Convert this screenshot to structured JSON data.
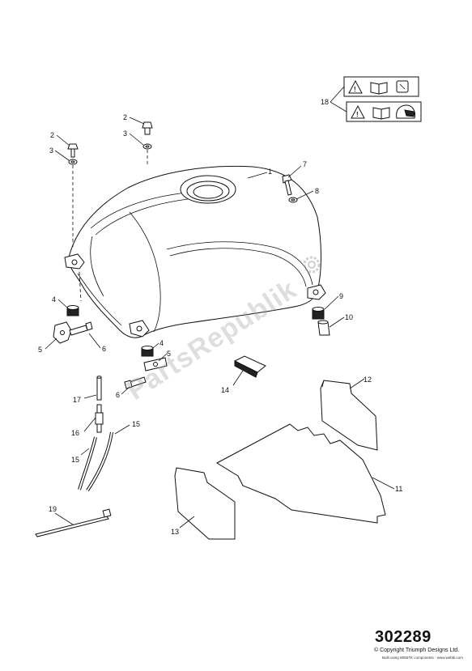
{
  "diagram": {
    "number": "302289",
    "copyright": "© Copyright Triumph Designs Ltd.",
    "built_with": "Built using WEBTK components - www.webtk.com",
    "watermark": "PartsRepublik"
  },
  "callouts": {
    "c1": "1",
    "c2a": "2",
    "c2b": "2",
    "c3a": "3",
    "c3b": "3",
    "c4a": "4",
    "c4b": "4",
    "c5a": "5",
    "c5b": "5",
    "c6a": "6",
    "c6b": "6",
    "c7": "7",
    "c8": "8",
    "c9": "9",
    "c10": "10",
    "c11": "11",
    "c12": "12",
    "c13": "13",
    "c14": "14",
    "c15a": "15",
    "c15b": "15",
    "c16": "16",
    "c17": "17",
    "c18": "18",
    "c19": "19"
  },
  "icons": [
    "warning-triangle-icon",
    "manual-book-icon",
    "fuel-nozzle-icon",
    "helmet-icon"
  ]
}
